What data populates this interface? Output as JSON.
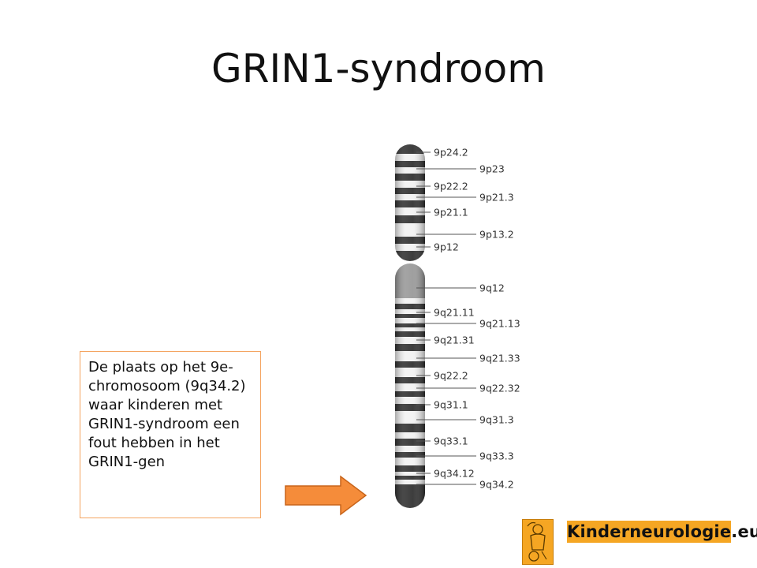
{
  "slide": {
    "title": "GRIN1-syndroom",
    "info_text": "De plaats op het 9e-chromosoom (9q34.2) waar kinderen met GRIN1-syndroom een fout hebben in het GRIN1-gen",
    "brand": "Kinderneurologie.eu"
  },
  "chromosome": {
    "bands": [
      {
        "label": "9p24.2",
        "column": "near"
      },
      {
        "label": "9p23",
        "column": "far"
      },
      {
        "label": "9p22.2",
        "column": "near"
      },
      {
        "label": "9p21.3",
        "column": "far"
      },
      {
        "label": "9p21.1",
        "column": "near"
      },
      {
        "label": "9p13.2",
        "column": "far"
      },
      {
        "label": "9p12",
        "column": "near"
      },
      {
        "label": "9q12",
        "column": "far"
      },
      {
        "label": "9q21.11",
        "column": "near"
      },
      {
        "label": "9q21.13",
        "column": "far"
      },
      {
        "label": "9q21.31",
        "column": "near"
      },
      {
        "label": "9q21.33",
        "column": "far"
      },
      {
        "label": "9q22.2",
        "column": "near"
      },
      {
        "label": "9q22.32",
        "column": "far"
      },
      {
        "label": "9q31.1",
        "column": "near"
      },
      {
        "label": "9q31.3",
        "column": "far"
      },
      {
        "label": "9q33.1",
        "column": "near"
      },
      {
        "label": "9q33.3",
        "column": "far"
      },
      {
        "label": "9q34.12",
        "column": "near"
      },
      {
        "label": "9q34.2",
        "column": "far"
      }
    ]
  },
  "colors": {
    "arrow_fill": "#f58c3a",
    "arrow_stroke": "#c8641a",
    "box_border": "#f4a460",
    "brand_bg": "#f5a623",
    "band_dark": "#333333",
    "centromere": "#9a9a9a"
  }
}
